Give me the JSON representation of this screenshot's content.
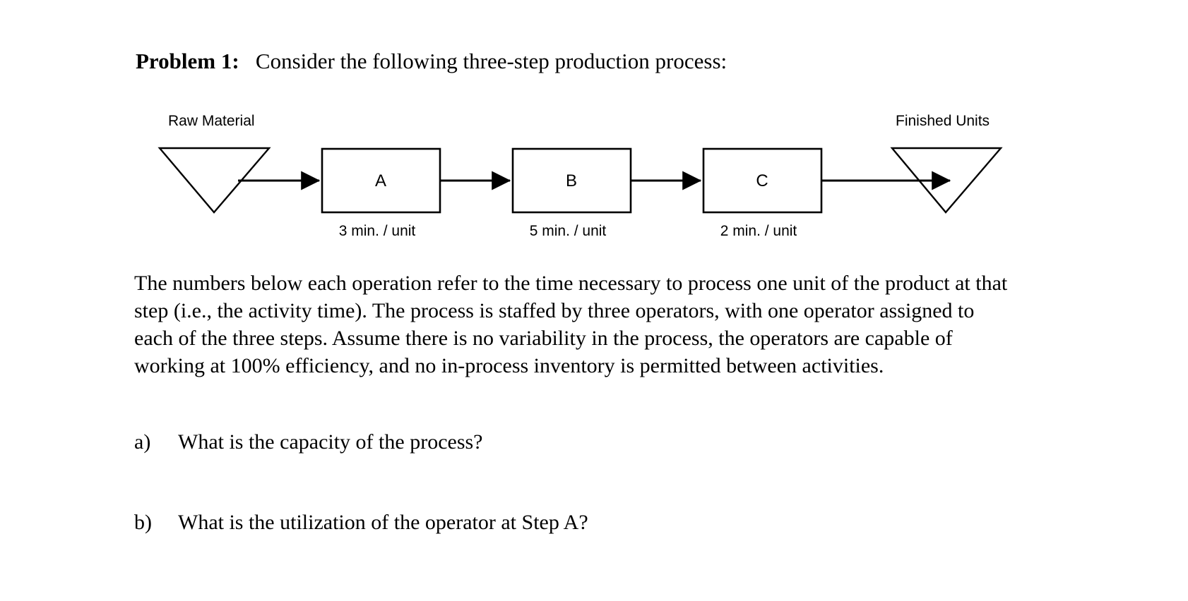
{
  "document": {
    "title_label": "Problem 1:",
    "title_text": "Consider the following three-step production process:",
    "body_paragraph": "The numbers below each operation refer to the time necessary to process one unit of the product at that step (i.e., the activity time). The process is staffed by three operators, with one operator assigned to each of the three steps.  Assume there is no variability in the process, the operators are capable of working at 100% efficiency, and no in-process inventory is permitted between activities.",
    "questions": [
      {
        "marker": "a)",
        "text": "What is the capacity of the process?"
      },
      {
        "marker": "b)",
        "text": "What is the utilization of the operator at Step A?"
      }
    ]
  },
  "diagram": {
    "type": "process-flow",
    "source_label": "Raw Material",
    "sink_label": "Finished Units",
    "steps": [
      {
        "name": "A",
        "time_label": "3 min. / unit",
        "activity_time_minutes": 3
      },
      {
        "name": "B",
        "time_label": "5 min. / unit",
        "activity_time_minutes": 5
      },
      {
        "name": "C",
        "time_label": "2 min. / unit",
        "activity_time_minutes": 2
      }
    ],
    "stroke_color": "#000000",
    "fill_color": "#ffffff"
  }
}
